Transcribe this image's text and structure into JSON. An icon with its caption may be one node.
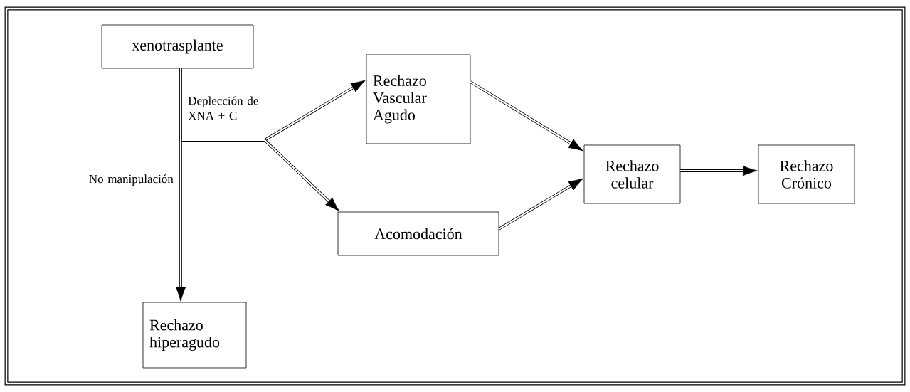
{
  "diagram": {
    "nodes": [
      {
        "text": [
          "xenotrasplante"
        ]
      },
      {
        "text": [
          "Rechazo Vascular Agudo"
        ]
      },
      {
        "text": [
          "Rechazo celular"
        ]
      },
      {
        "text": [
          "Rechazo Crónico"
        ]
      },
      {
        "text": [
          "Acomodación"
        ]
      },
      {
        "text": [
          "Rechazo hiperagudo"
        ]
      }
    ],
    "edges": [
      {
        "from": 0,
        "to": 1,
        "arrow": "to",
        "label": "Deplección de XNA + C"
      },
      {
        "from": 0,
        "to": 4,
        "arrow": "to"
      },
      {
        "from": 0,
        "to": 5,
        "arrow": "to",
        "label": "No manipulación"
      },
      {
        "from": 1,
        "to": 2,
        "arrow": "to"
      },
      {
        "from": 4,
        "to": 2,
        "arrow": "to"
      },
      {
        "from": 2,
        "to": 3,
        "arrow": "to"
      }
    ]
  }
}
